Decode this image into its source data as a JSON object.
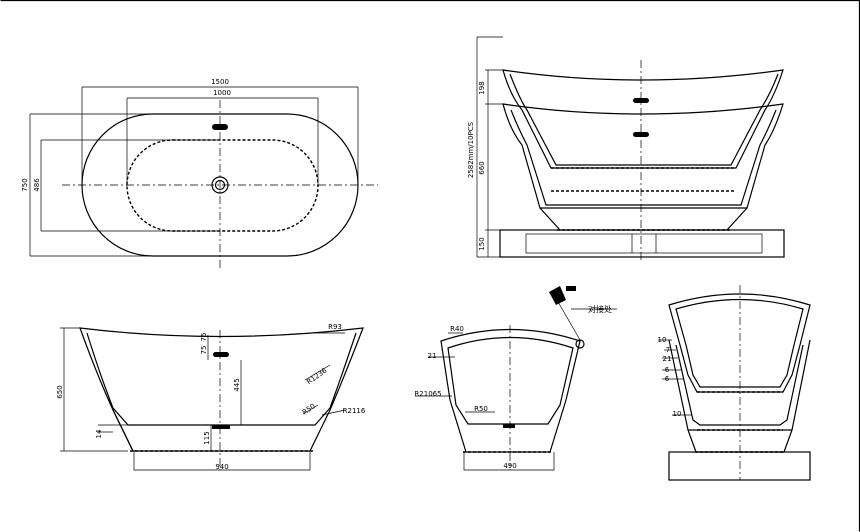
{
  "top_view": {
    "width_outer": "1500",
    "width_inner": "1000",
    "height_outer": "750",
    "height_inner": "486"
  },
  "stacked_view": {
    "dim_top": "198",
    "dim_stack": "2582mm/10PCS",
    "dim_mid": "660",
    "dim_base": "150"
  },
  "front_view": {
    "r93": "R93",
    "d75a": "75",
    "d75b": "75",
    "r1236": "R1236",
    "d445": "445",
    "r50": "R50",
    "r2116": "R2116",
    "d650": "650",
    "d14": "14",
    "d115": "115",
    "d940": "940"
  },
  "side_view": {
    "r40": "R40",
    "d21": "21",
    "r21065": "R21065",
    "r50": "R50",
    "d490": "490",
    "callout": "对接处"
  },
  "stack_detail": {
    "d10a": "10",
    "d7": "7",
    "d21": "21",
    "d6a": "6",
    "d6b": "6",
    "d10b": "10"
  }
}
